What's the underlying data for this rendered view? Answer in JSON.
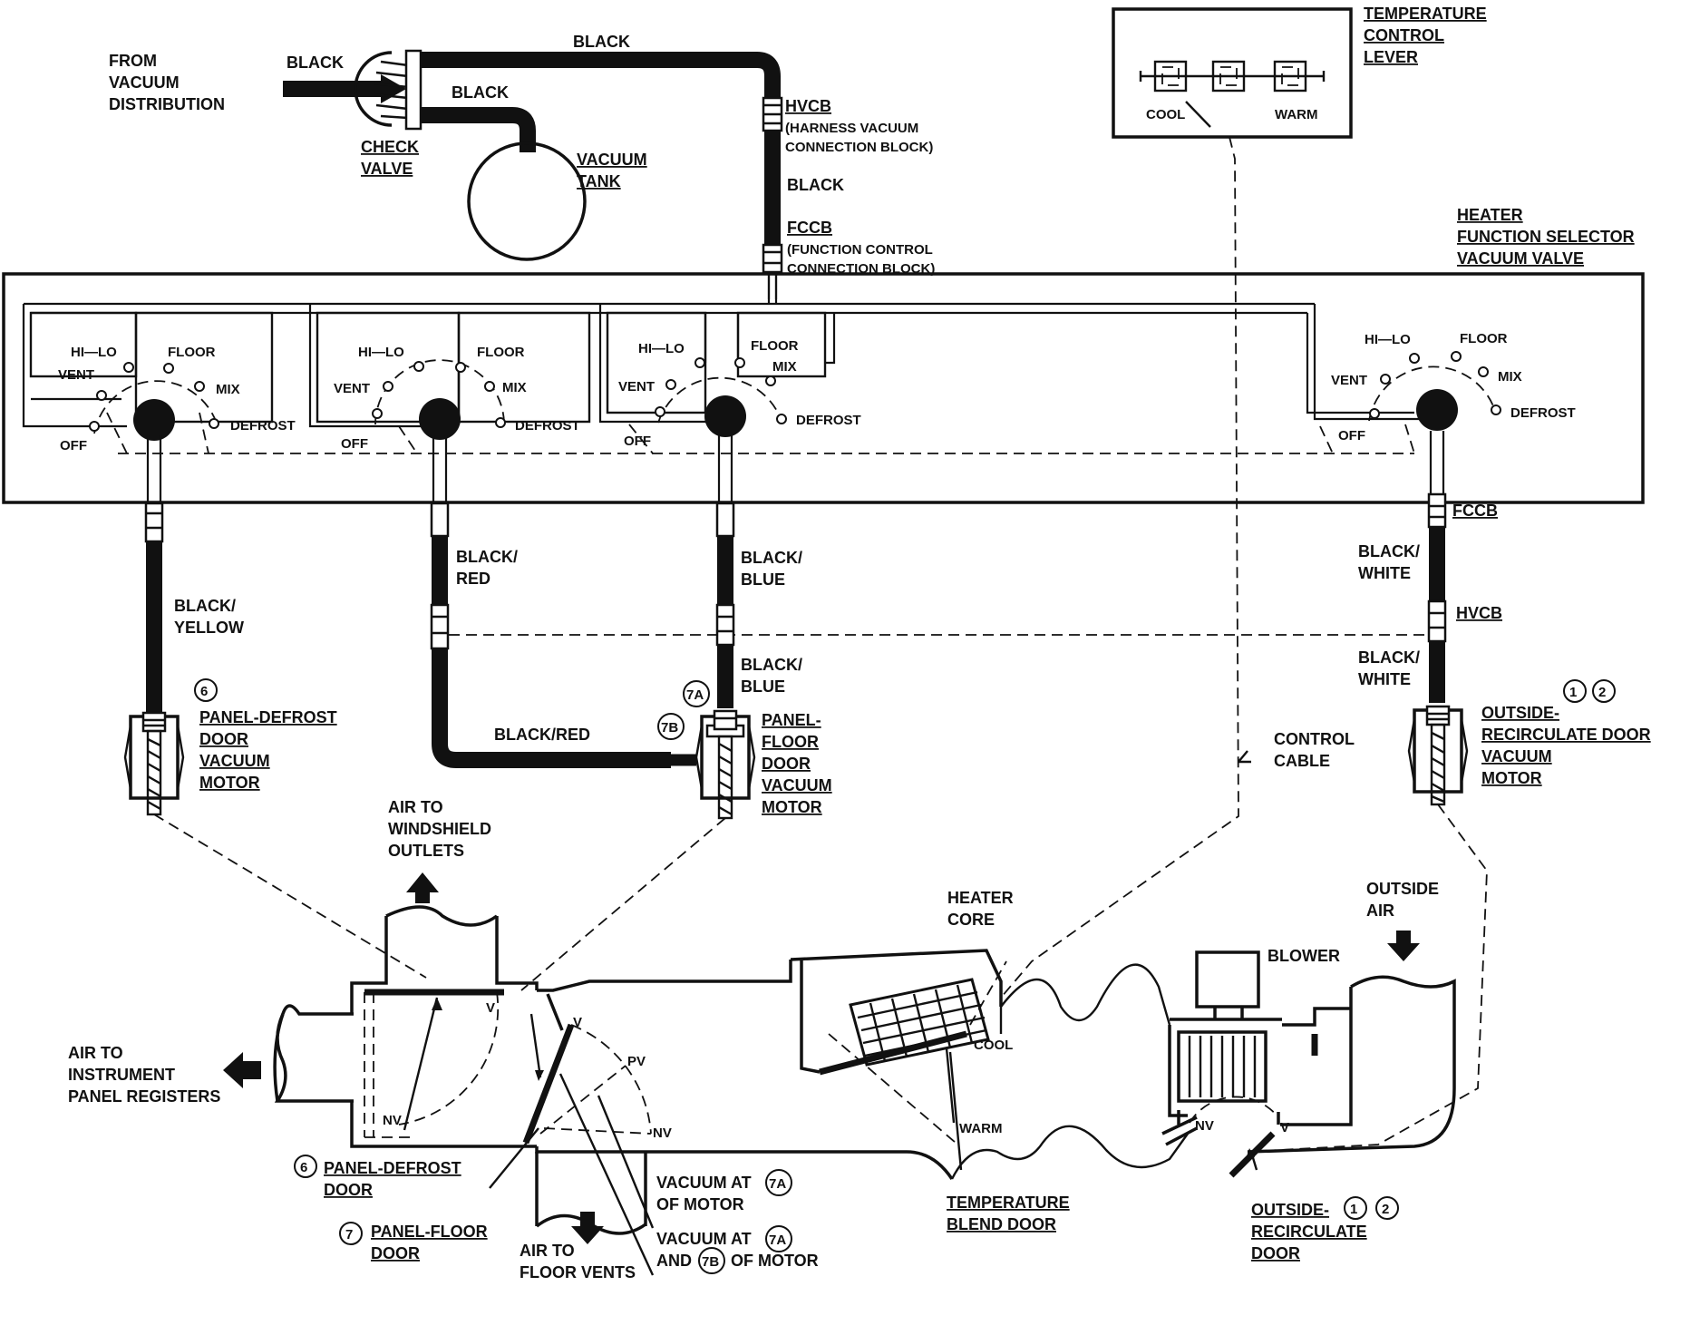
{
  "vacuum_source": {
    "from_vacuum_distribution": [
      "FROM",
      "VACUUM",
      "DISTRIBUTION"
    ],
    "hose_black_1": "BLACK",
    "hose_black_top": "BLACK",
    "hose_black_tank": "BLACK",
    "check_valve": [
      "CHECK",
      "VALVE"
    ],
    "vacuum_tank": [
      "VACUUM",
      "TANK"
    ],
    "hvcb_top": "HVCB",
    "hvcb_desc": [
      "(HARNESS VACUUM",
      "CONNECTION BLOCK)"
    ],
    "hose_black_mid": "BLACK",
    "fccb_top": "FCCB",
    "fccb_desc": [
      "(FUNCTION CONTROL",
      "CONNECTION BLOCK)"
    ]
  },
  "temperature_lever": {
    "title": [
      "TEMPERATURE",
      "CONTROL",
      "LEVER"
    ],
    "cool": "COOL",
    "warm": "WARM"
  },
  "selector_valve": {
    "title": [
      "HEATER",
      "FUNCTION SELECTOR",
      "VACUUM VALVE"
    ],
    "positions": {
      "hilo": "HI—LO",
      "floor": "FLOOR",
      "vent": "VENT",
      "mix": "MIX",
      "defrost": "DEFROST",
      "off": "OFF"
    }
  },
  "hoses": {
    "black_yellow": [
      "BLACK/",
      "YELLOW"
    ],
    "black_red": [
      "BLACK/",
      "RED"
    ],
    "black_red_lower": "BLACK/RED",
    "black_blue_1": [
      "BLACK/",
      "BLUE"
    ],
    "black_blue_2": [
      "BLACK/",
      "BLUE"
    ],
    "fccb_right": "FCCB",
    "black_white_1": [
      "BLACK/",
      "WHITE"
    ],
    "hvcb_right": "HVCB",
    "black_white_2": [
      "BLACK/",
      "WHITE"
    ],
    "control_cable": [
      "CONTROL",
      "CABLE"
    ]
  },
  "motors": {
    "panel_defrost": {
      "callout": "6",
      "label": [
        "PANEL-DEFROST",
        "DOOR",
        "VACUUM",
        "MOTOR"
      ]
    },
    "panel_floor": {
      "callout_a": "7A",
      "callout_b": "7B",
      "label": [
        "PANEL-",
        "FLOOR",
        "DOOR",
        "VACUUM",
        "MOTOR"
      ]
    },
    "outside_recirc": {
      "callout_1": "1",
      "callout_2": "2",
      "label": [
        "OUTSIDE-",
        "RECIRCULATE DOOR",
        "VACUUM",
        "MOTOR"
      ]
    }
  },
  "ducts": {
    "air_windshield": [
      "AIR TO",
      "WINDSHIELD",
      "OUTLETS"
    ],
    "air_instrument": [
      "AIR TO",
      "INSTRUMENT",
      "PANEL REGISTERS"
    ],
    "air_floor": [
      "AIR TO",
      "FLOOR VENTS"
    ],
    "heater_core": [
      "HEATER",
      "CORE"
    ],
    "outside_air": [
      "OUTSIDE",
      "AIR"
    ],
    "blower": "BLOWER",
    "v": "V",
    "nv": "NV",
    "pv": "PV",
    "cool": "COOL",
    "warm": "WARM"
  },
  "doors": {
    "panel_defrost": {
      "callout": "6",
      "label": [
        "PANEL-DEFROST",
        "DOOR"
      ]
    },
    "panel_floor": {
      "callout": "7",
      "label": [
        "PANEL-FLOOR",
        "DOOR"
      ]
    },
    "vacuum_7a": {
      "line1": "VACUUM AT",
      "callout": "7A",
      "line2": "OF MOTOR"
    },
    "vacuum_7a7b": {
      "line1": "VACUUM AT",
      "callout_a": "7A",
      "line2_pre": "AND",
      "callout_b": "7B",
      "line2_post": "OF MOTOR"
    },
    "temp_blend": [
      "TEMPERATURE",
      "BLEND DOOR"
    ],
    "outside_recirc": {
      "callout_1": "1",
      "callout_2": "2",
      "label": [
        "OUTSIDE-",
        "RECIRCULATE",
        "DOOR"
      ]
    }
  }
}
